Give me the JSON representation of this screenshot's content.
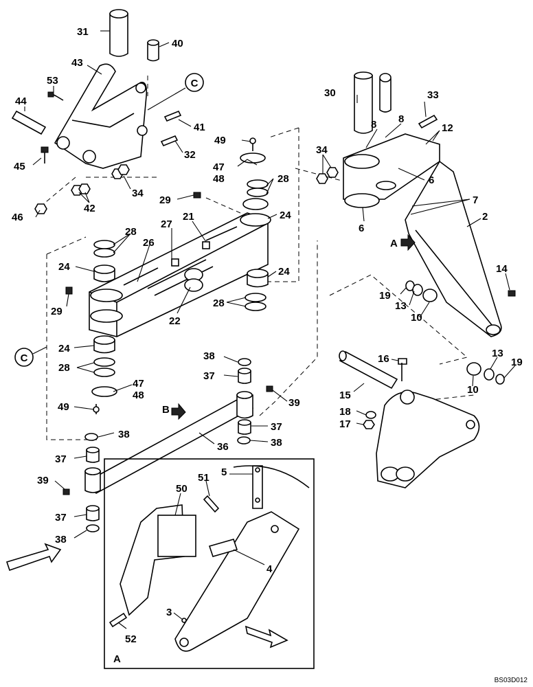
{
  "figure_code": "BS03D012",
  "callouts": {
    "c31": "31",
    "c40": "40",
    "c43": "43",
    "c53": "53",
    "c44": "44",
    "c41": "41",
    "c45": "45",
    "c32": "32",
    "c34a": "34",
    "c42": "42",
    "c46": "46",
    "c49a": "49",
    "c47a": "47",
    "c48a": "48",
    "c28a": "28",
    "c29a": "29",
    "c24a": "24",
    "c27": "27",
    "c21": "21",
    "c26": "26",
    "c28b": "28",
    "c24b": "24",
    "c29b": "29",
    "c22": "22",
    "c24c": "24",
    "c28c": "28",
    "c24d": "24",
    "c28d": "28",
    "c47b": "47",
    "c48b": "48",
    "c49b": "49",
    "c30": "30",
    "c8a": "8",
    "c8b": "8",
    "c33": "33",
    "c12": "12",
    "c34b": "34",
    "c6a": "6",
    "c7": "7",
    "c6b": "6",
    "c2": "2",
    "c14": "14",
    "c19a": "19",
    "c13a": "13",
    "c10a": "10",
    "c16": "16",
    "c15": "15",
    "c13b": "13",
    "c19b": "19",
    "c10b": "10",
    "c18": "18",
    "c17": "17",
    "c38a": "38",
    "c37a": "37",
    "c39a": "39",
    "c37b": "37",
    "c38b": "38",
    "c36": "36",
    "c38c": "38",
    "c37c": "37",
    "c39b": "39",
    "c37d": "37",
    "c38d": "38",
    "c50": "50",
    "c51": "51",
    "c5": "5",
    "c4": "4",
    "c3": "3",
    "c52": "52"
  },
  "section_markers": {
    "c_top": "C",
    "c_left": "C"
  },
  "view_markers": {
    "a_arrow": "A",
    "b_arrow": "B",
    "a_inset": "A"
  }
}
